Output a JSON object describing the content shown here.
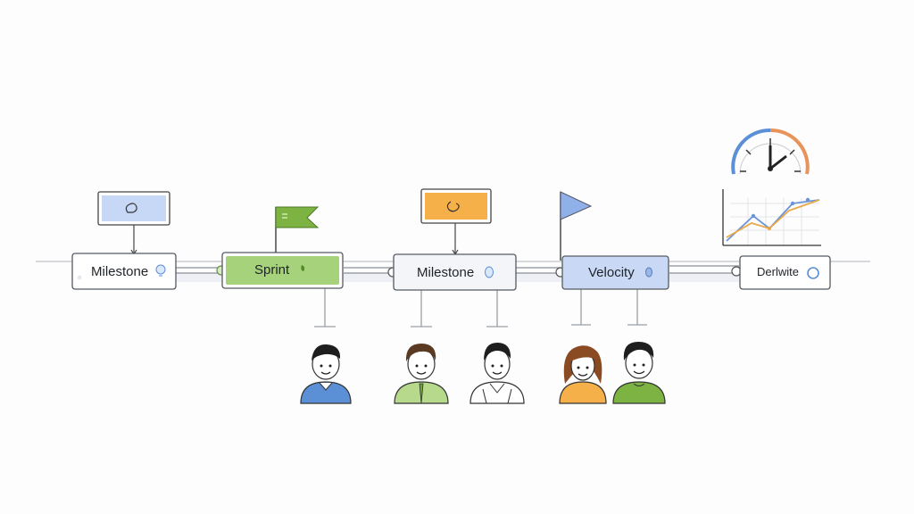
{
  "diagram": {
    "nodes": [
      {
        "id": "milestone-1",
        "label": "Milestone"
      },
      {
        "id": "sprint",
        "label": "Sprint"
      },
      {
        "id": "milestone-2",
        "label": "Milestone"
      },
      {
        "id": "velocity",
        "label": "Velocity"
      },
      {
        "id": "deliverable",
        "label": "Derlwite"
      }
    ],
    "people": [
      {
        "role": "team-member",
        "shirt_color": "#5b8fd6"
      },
      {
        "role": "team-member",
        "shirt_color": "#9ccc65"
      },
      {
        "role": "team-member",
        "shirt_color": "#ffffff"
      },
      {
        "role": "team-member",
        "shirt_color": "#f6b04a"
      },
      {
        "role": "team-member",
        "shirt_color": "#7cb342"
      }
    ],
    "colors": {
      "blue_accent": "#a9c4f0",
      "green_accent": "#a5d27a",
      "orange_accent": "#f6b04a",
      "line": "#b5b9bf",
      "node_border": "#555b63"
    },
    "icons": [
      "speedometer-icon",
      "line-chart-icon",
      "flag-icon",
      "sticky-note-icon"
    ]
  }
}
